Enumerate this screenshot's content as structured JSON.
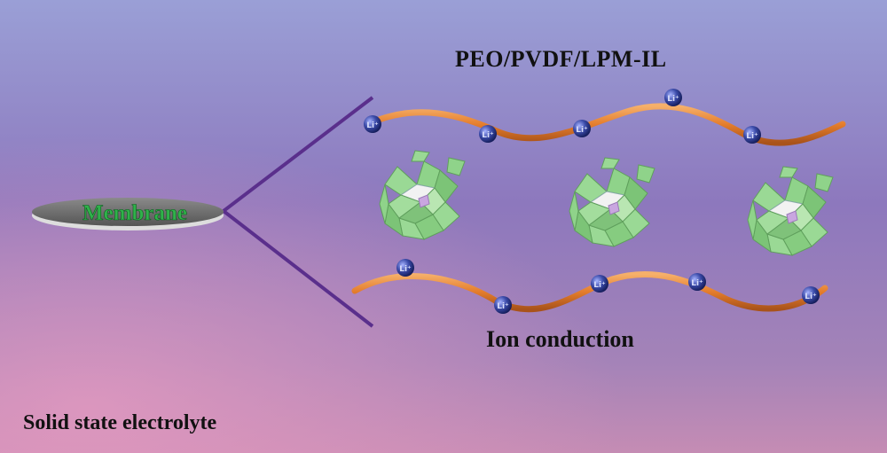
{
  "title": "PEO/PVDF/LPM-IL",
  "membrane_label": "Membrane",
  "ion_label": "Ion conduction",
  "footer_label": "Solid state electrolyte",
  "li_symbol": "Li⁺",
  "colors": {
    "bg_top": "#8f8fcf",
    "bg_mid": "#8a70b6",
    "bg_bottom": "#c88ab6",
    "chain": "#e8893a",
    "branch": "#5a2f8c",
    "polyhedron": "#8fd08a",
    "membrane": "#6f6f6f",
    "membrane_text": "#2fb24a",
    "li_ball": "#2b3a8f"
  }
}
